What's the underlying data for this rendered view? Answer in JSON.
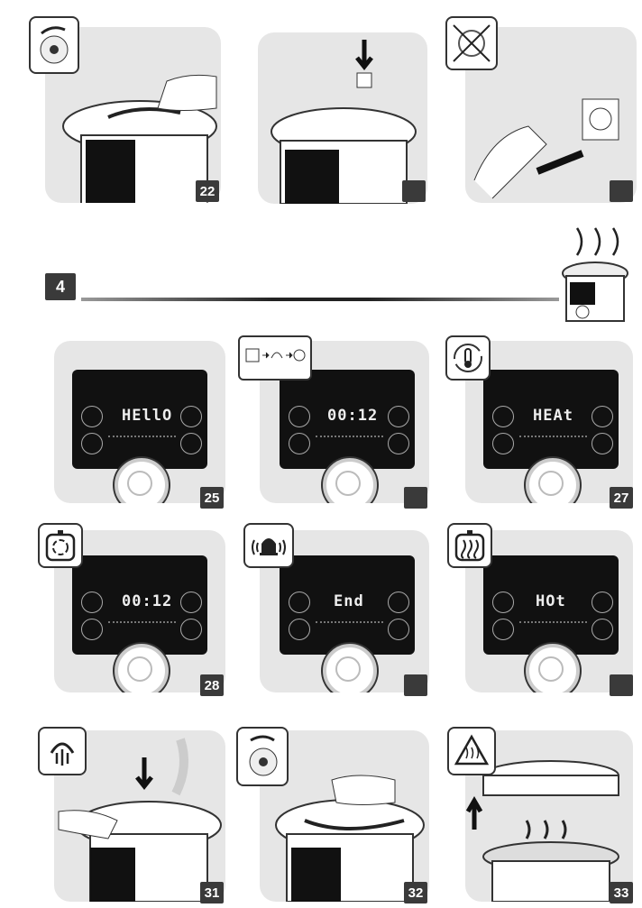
{
  "section": {
    "number": "4"
  },
  "steps": {
    "s22": "22",
    "s25": "25",
    "s27": "27",
    "s28": "28",
    "s31": "31",
    "s32": "32",
    "s33": "33"
  },
  "displays": {
    "d25": "HEllO",
    "d26": "00:12",
    "d27": "HEAt",
    "d28": "00:12",
    "d29": "End",
    "d30": "HOt"
  },
  "icons": {
    "rotate_lid": "rotate-arrow-icon",
    "no_cord": "no-cord-icon",
    "thermometer": "thermometer-icon",
    "pressure": "pressure-cycle-icon",
    "alarm": "bell-icon",
    "keep_warm": "steam-pot-icon",
    "steam_release": "steam-release-icon",
    "hot_surface": "hot-surface-warning-icon"
  }
}
